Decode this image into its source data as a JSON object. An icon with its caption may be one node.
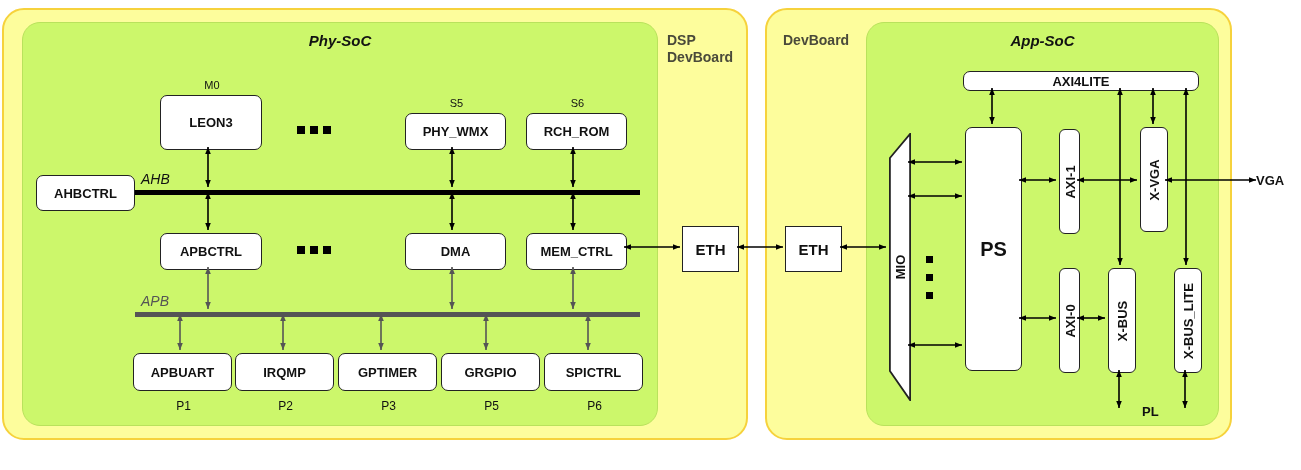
{
  "diagram": {
    "nodes": [
      {
        "text": [
          "DSP DevBoard"
        ]
      },
      {
        "text": [
          "Phy-SoC"
        ],
        "in": 0
      },
      {
        "text": [
          "LEON3"
        ],
        "in": 1,
        "beside": [
          "M0"
        ]
      },
      {
        "text": [
          "PHY_WMX"
        ],
        "in": 1,
        "beside": [
          "S5"
        ]
      },
      {
        "text": [
          "RCH_ROM"
        ],
        "in": 1,
        "beside": [
          "S6"
        ]
      },
      {
        "text": [
          "AHBCTRL"
        ],
        "in": 1
      },
      {
        "text": [],
        "shape": "bar",
        "in": 1,
        "beside": [
          "AHB"
        ]
      },
      {
        "text": [
          "APBCTRL"
        ],
        "in": 1
      },
      {
        "text": [
          "DMA"
        ],
        "in": 1
      },
      {
        "text": [
          "MEM_CTRL"
        ],
        "in": 1
      },
      {
        "text": [],
        "shape": "bar",
        "in": 1,
        "beside": [
          "APB"
        ]
      },
      {
        "text": [
          "APBUART"
        ],
        "in": 1,
        "beside": [
          "P1"
        ]
      },
      {
        "text": [
          "IRQMP"
        ],
        "in": 1,
        "beside": [
          "P2"
        ]
      },
      {
        "text": [
          "GPTIMER"
        ],
        "in": 1,
        "beside": [
          "P3"
        ]
      },
      {
        "text": [
          "GRGPIO"
        ],
        "in": 1,
        "beside": [
          "P5"
        ]
      },
      {
        "text": [
          "SPICTRL"
        ],
        "in": 1,
        "beside": [
          "P6"
        ]
      },
      {
        "text": [
          "ETH"
        ],
        "in": 0
      },
      {
        "text": [
          "DevBoard"
        ]
      },
      {
        "text": [
          "ETH"
        ],
        "in": 17
      },
      {
        "text": [
          "App-SoC"
        ],
        "in": 17
      },
      {
        "text": [
          "MIO"
        ],
        "in": 19
      },
      {
        "text": [
          "AXI4LITE"
        ],
        "in": 19
      },
      {
        "text": [
          "PS"
        ],
        "in": 19
      },
      {
        "text": [
          "AXI-1"
        ],
        "in": 19
      },
      {
        "text": [
          "X-VGA"
        ],
        "in": 19
      },
      {
        "text": [
          "AXI-0"
        ],
        "in": 19
      },
      {
        "text": [
          "X-BUS"
        ],
        "in": 19
      },
      {
        "text": [
          "X-BUS_LITE"
        ],
        "in": 19
      },
      {
        "text": [
          "VGA"
        ]
      }
    ],
    "edges": [
      {
        "from": 2,
        "to": 6,
        "arrow": "both"
      },
      {
        "from": 3,
        "to": 6,
        "arrow": "both"
      },
      {
        "from": 4,
        "to": 6,
        "arrow": "both"
      },
      {
        "from": 6,
        "to": 7,
        "arrow": "both"
      },
      {
        "from": 6,
        "to": 8,
        "arrow": "both"
      },
      {
        "from": 6,
        "to": 9,
        "arrow": "both"
      },
      {
        "from": 7,
        "to": 10,
        "arrow": "both",
        "color": "#555555"
      },
      {
        "from": 8,
        "to": 10,
        "arrow": "both",
        "color": "#555555"
      },
      {
        "from": 9,
        "to": 10,
        "arrow": "both",
        "color": "#555555"
      },
      {
        "from": 10,
        "to": 11,
        "arrow": "both",
        "color": "#555555"
      },
      {
        "from": 10,
        "to": 12,
        "arrow": "both",
        "color": "#555555"
      },
      {
        "from": 10,
        "to": 13,
        "arrow": "both",
        "color": "#555555"
      },
      {
        "from": 10,
        "to": 14,
        "arrow": "both",
        "color": "#555555"
      },
      {
        "from": 10,
        "to": 15,
        "arrow": "both",
        "color": "#555555"
      },
      {
        "from": 9,
        "to": 16,
        "arrow": "both"
      },
      {
        "from": 16,
        "to": 18,
        "arrow": "both"
      },
      {
        "from": 18,
        "to": 20,
        "arrow": "both"
      },
      {
        "from": 20,
        "to": 22,
        "arrow": "both"
      },
      {
        "from": 20,
        "to": 22,
        "arrow": "both"
      },
      {
        "from": 20,
        "to": 22,
        "arrow": "both"
      },
      {
        "from": 21,
        "to": 22,
        "arrow": "both"
      },
      {
        "from": 22,
        "to": 23,
        "arrow": "both"
      },
      {
        "from": 23,
        "to": 24,
        "arrow": "both"
      },
      {
        "from": 24,
        "to": 28,
        "arrow": "both"
      },
      {
        "from": 21,
        "to": 24,
        "arrow": "both"
      },
      {
        "from": 21,
        "to": 26,
        "arrow": "both"
      },
      {
        "from": 21,
        "to": 27,
        "arrow": "both"
      },
      {
        "from": 22,
        "to": 25,
        "arrow": "both"
      },
      {
        "from": 25,
        "to": 26,
        "arrow": "both"
      },
      {
        "from": 26,
        "to": null,
        "arrow": "both"
      },
      {
        "from": 27,
        "to": null,
        "arrow": "both"
      }
    ],
    "labels": [
      "PL"
    ]
  }
}
